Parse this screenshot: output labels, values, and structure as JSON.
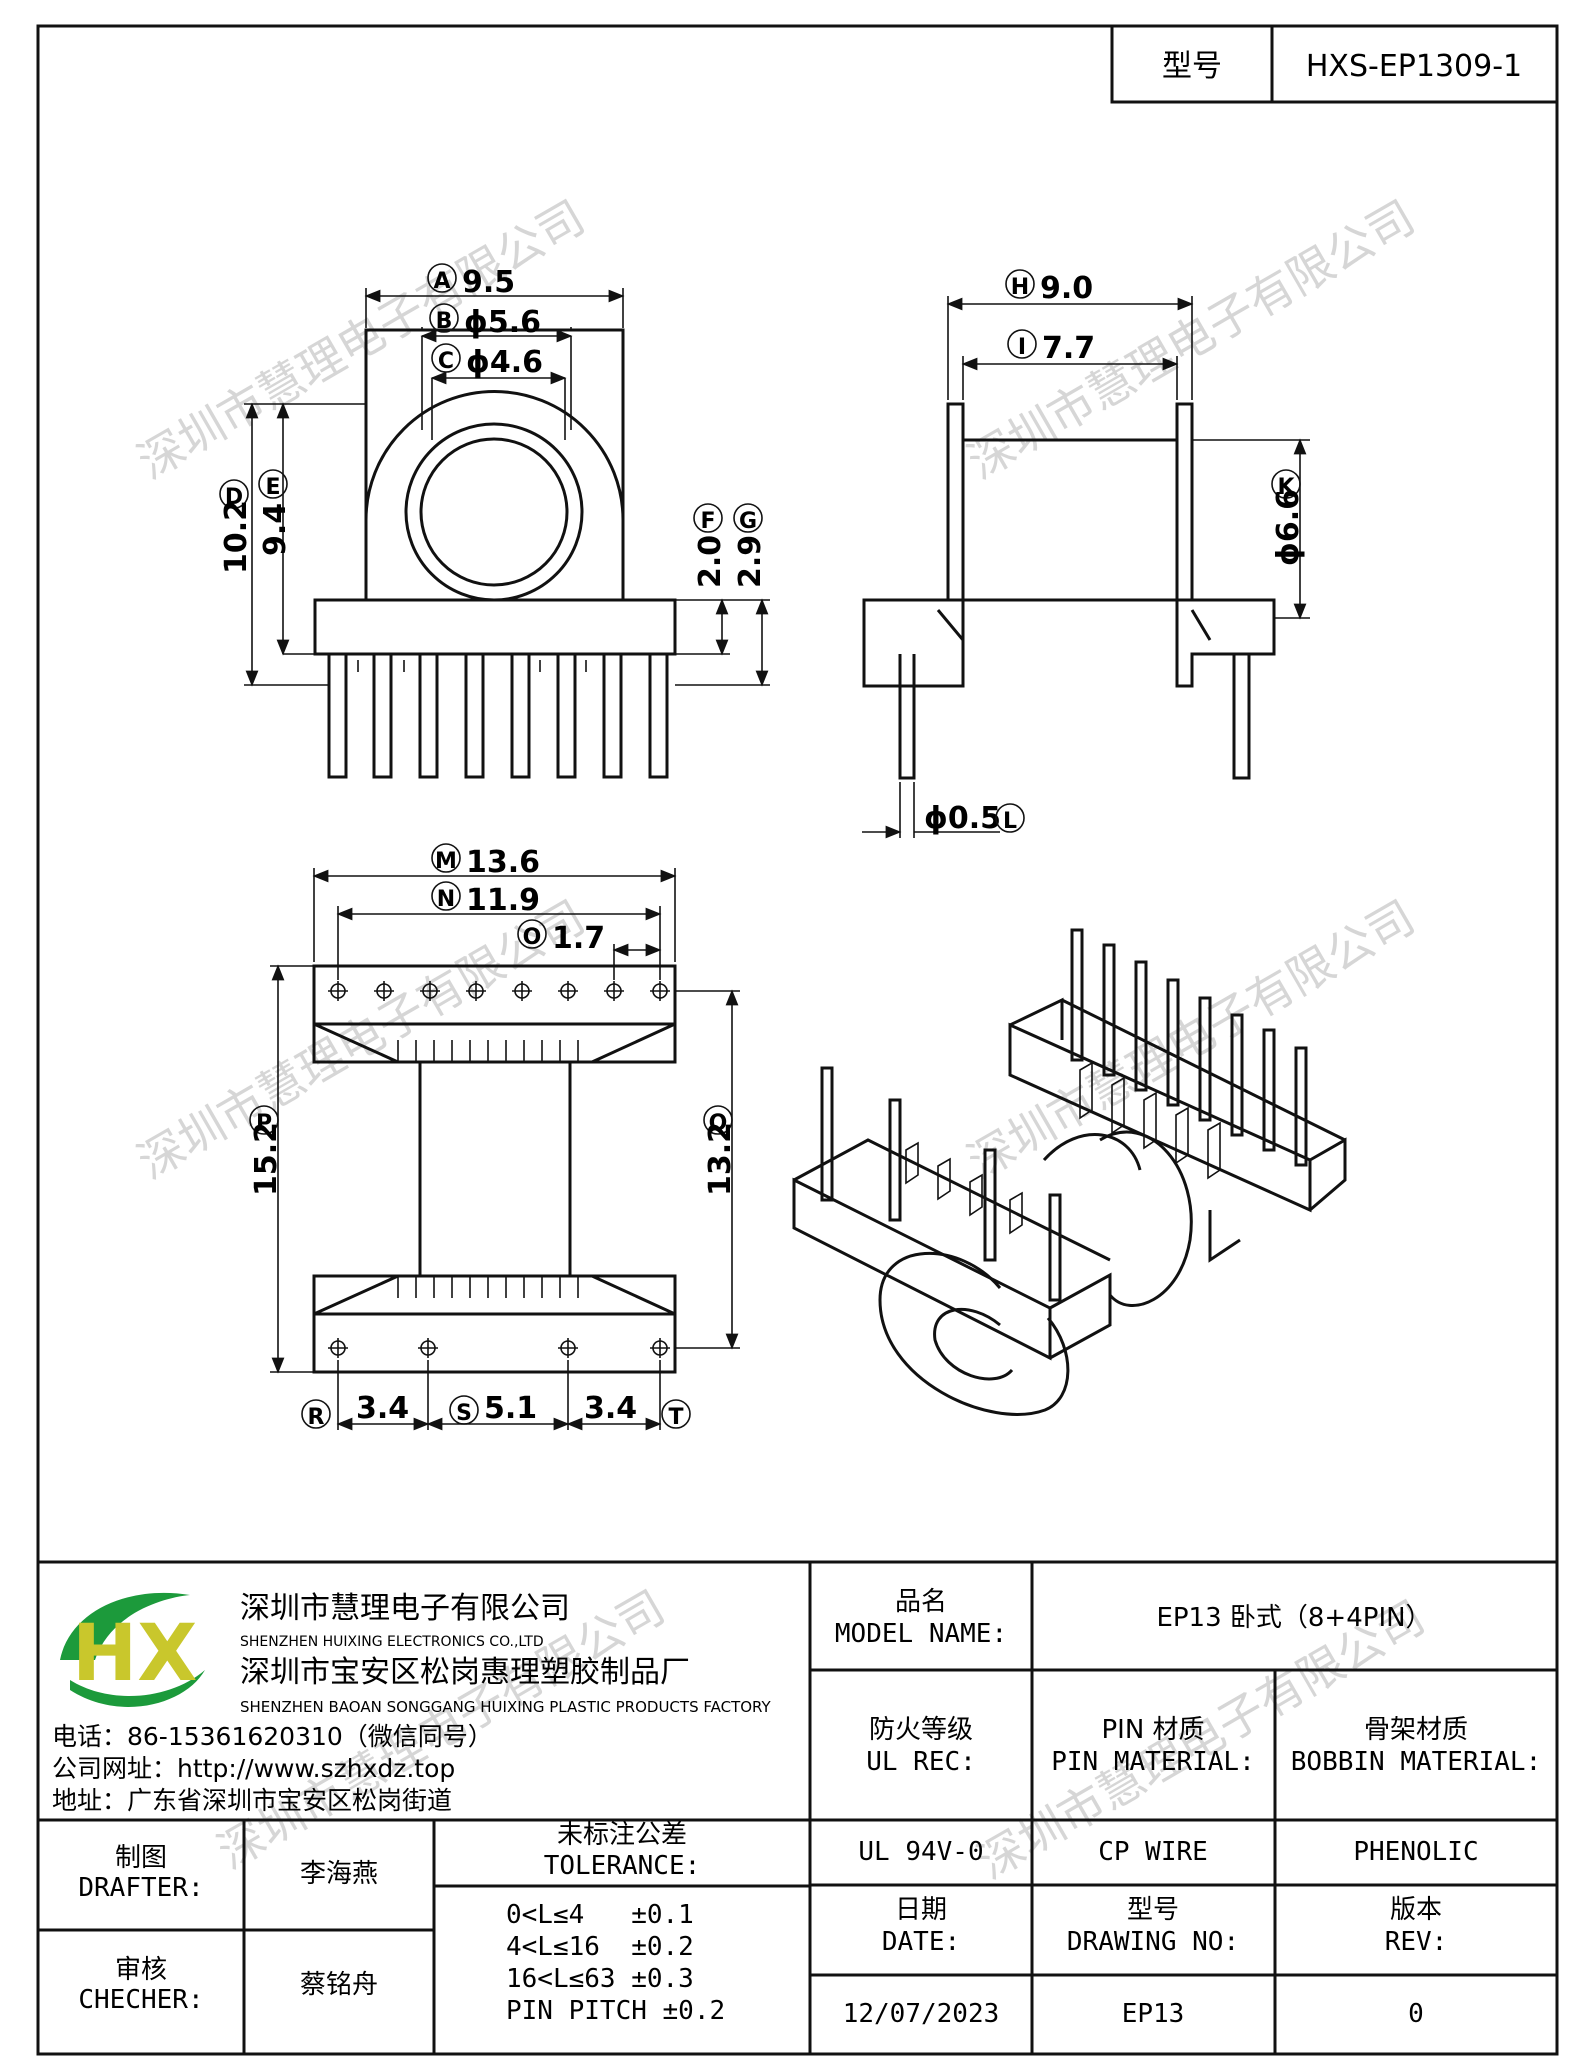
{
  "header": {
    "model_label": "型号",
    "model_value": "HXS-EP1309-1"
  },
  "watermark": "深圳市慧理电子有限公司",
  "dimensions": {
    "A": "9.5",
    "B": "ϕ5.6",
    "C": "ϕ4.6",
    "D": "10.2",
    "E": "9.4",
    "F": "2.0",
    "G": "2.9",
    "H": "9.0",
    "I": "7.7",
    "K": "ϕ6.6",
    "L": "ϕ0.5",
    "M": "13.6",
    "N": "11.9",
    "O": "1.7",
    "P": "15.2",
    "Q": "13.2",
    "R": "3.4",
    "S": "5.1",
    "T": "3.4"
  },
  "company": {
    "logo_text": "HX",
    "name_cn_1": "深圳市慧理电子有限公司",
    "name_en_1": "SHENZHEN HUIXING ELECTRONICS CO.,LTD",
    "name_cn_2": "深圳市宝安区松岗惠理塑胶制品厂",
    "name_en_2": "SHENZHEN BAOAN SONGGANG HUIXING PLASTIC PRODUCTS FACTORY",
    "phone": "电话：86-15361620310（微信同号）",
    "website": "公司网址：http://www.szhxdz.top",
    "address": "地址：广东省深圳市宝安区松岗街道"
  },
  "title_block": {
    "model_name_cn": "品名",
    "model_name_en": "MODEL NAME:",
    "model_name_value": "EP13 卧式（8+4PIN）",
    "ul_cn": "防火等级",
    "ul_en": "UL REC:",
    "ul_value": "UL 94V-0",
    "pin_cn": "PIN 材质",
    "pin_en": "PIN MATERIAL:",
    "pin_value": "CP WIRE",
    "bobbin_cn": "骨架材质",
    "bobbin_en": "BOBBIN MATERIAL:",
    "bobbin_value": "PHENOLIC",
    "drafter_cn": "制图",
    "drafter_en": "DRAFTER:",
    "drafter_value": "李海燕",
    "checker_cn": "审核",
    "checker_en": "CHECHER:",
    "checker_value": "蔡铭舟",
    "tolerance_cn": "未标注公差",
    "tolerance_en": "TOLERANCE:",
    "tolerance_lines": [
      "0<L≤4   ±0.1",
      "4<L≤16  ±0.2",
      "16<L≤63 ±0.3",
      "PIN PITCH ±0.2"
    ],
    "date_cn": "日期",
    "date_en": "DATE:",
    "date_value": "12/07/2023",
    "drawing_cn": "型号",
    "drawing_en": "DRAWING NO:",
    "drawing_value": "EP13",
    "rev_cn": "版本",
    "rev_en": "REV:",
    "rev_value": "0"
  }
}
